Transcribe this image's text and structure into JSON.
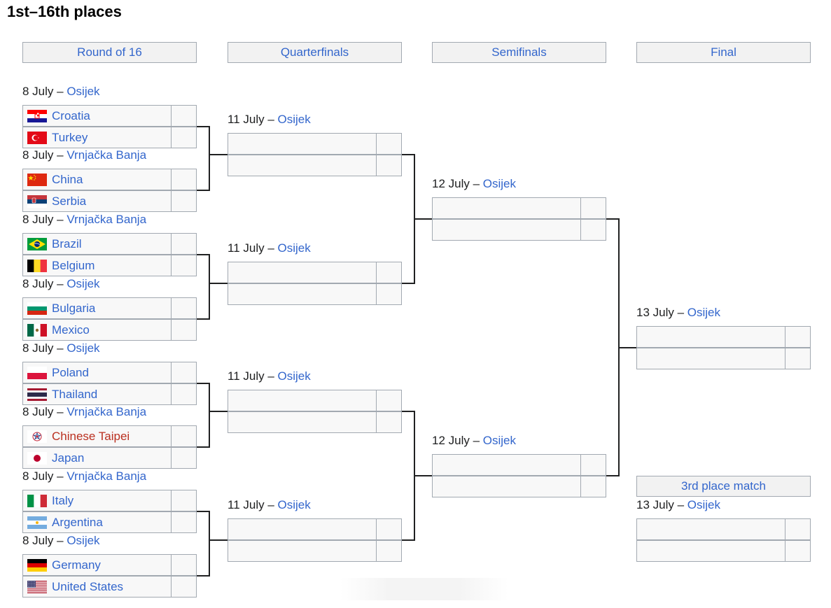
{
  "page_title": "1st–16th places",
  "rounds": [
    {
      "label": "Round of 16"
    },
    {
      "label": "Quarterfinals"
    },
    {
      "label": "Semifinals"
    },
    {
      "label": "Final"
    }
  ],
  "third_place_label": "3rd place match",
  "round_of_16": [
    {
      "date": "8 July",
      "sep": " – ",
      "venue": "Osijek",
      "teams": [
        {
          "name": "Croatia",
          "flag": "flag-croatia-icon"
        },
        {
          "name": "Turkey",
          "flag": "flag-turkey-icon"
        }
      ]
    },
    {
      "date": "8 July",
      "sep": " – ",
      "venue": "Vrnjačka Banja",
      "teams": [
        {
          "name": "China",
          "flag": "flag-china-icon"
        },
        {
          "name": "Serbia",
          "flag": "flag-serbia-icon"
        }
      ]
    },
    {
      "date": "8 July",
      "sep": " – ",
      "venue": "Vrnjačka Banja",
      "teams": [
        {
          "name": "Brazil",
          "flag": "flag-brazil-icon"
        },
        {
          "name": "Belgium",
          "flag": "flag-belgium-icon"
        }
      ]
    },
    {
      "date": "8 July",
      "sep": " – ",
      "venue": "Osijek",
      "teams": [
        {
          "name": "Bulgaria",
          "flag": "flag-bulgaria-icon"
        },
        {
          "name": "Mexico",
          "flag": "flag-mexico-icon"
        }
      ]
    },
    {
      "date": "8 July",
      "sep": " – ",
      "venue": "Osijek",
      "teams": [
        {
          "name": "Poland",
          "flag": "flag-poland-icon"
        },
        {
          "name": "Thailand",
          "flag": "flag-thailand-icon"
        }
      ]
    },
    {
      "date": "8 July",
      "sep": " – ",
      "venue": "Vrnjačka Banja",
      "teams": [
        {
          "name": "Chinese Taipei",
          "flag": "flag-chinese-taipei-icon",
          "color": "#ba3020"
        },
        {
          "name": "Japan",
          "flag": "flag-japan-icon"
        }
      ]
    },
    {
      "date": "8 July",
      "sep": " – ",
      "venue": "Vrnjačka Banja",
      "teams": [
        {
          "name": "Italy",
          "flag": "flag-italy-icon"
        },
        {
          "name": "Argentina",
          "flag": "flag-argentina-icon"
        }
      ]
    },
    {
      "date": "8 July",
      "sep": " – ",
      "venue": "Osijek",
      "teams": [
        {
          "name": "Germany",
          "flag": "flag-germany-icon"
        },
        {
          "name": "United States",
          "flag": "flag-united-states-icon"
        }
      ]
    }
  ],
  "quarterfinals": [
    {
      "date": "11 July",
      "sep": " – ",
      "venue": "Osijek"
    },
    {
      "date": "11 July",
      "sep": " – ",
      "venue": "Osijek"
    },
    {
      "date": "11 July",
      "sep": " – ",
      "venue": "Osijek"
    },
    {
      "date": "11 July",
      "sep": " – ",
      "venue": "Osijek"
    }
  ],
  "semifinals": [
    {
      "date": "12 July",
      "sep": " – ",
      "venue": "Osijek"
    },
    {
      "date": "12 July",
      "sep": " – ",
      "venue": "Osijek"
    }
  ],
  "final": {
    "date": "13 July",
    "sep": " – ",
    "venue": "Osijek"
  },
  "third_place": {
    "date": "13 July",
    "sep": " – ",
    "venue": "Osijek"
  },
  "colors": {
    "link": "#3366cc",
    "header_bg": "#f2f2f2",
    "cell_bg": "#f8f8f8",
    "border": "#a2a9b1",
    "bracket_line": "#202122"
  }
}
